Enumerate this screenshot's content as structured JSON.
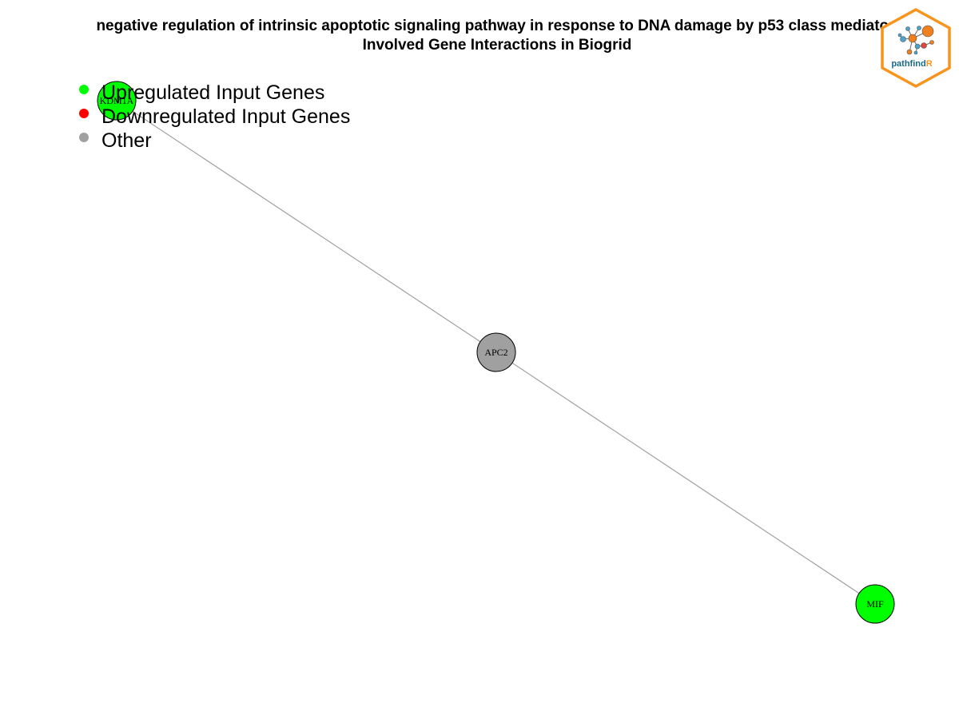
{
  "title": {
    "line1": "negative regulation of intrinsic apoptotic signaling pathway in response to DNA damage by p53 class mediator",
    "line2": "Involved Gene Interactions in Biogrid"
  },
  "legend": {
    "items": [
      {
        "label": "Upregulated Input Genes",
        "color": "#00ff00"
      },
      {
        "label": "Downregulated Input Genes",
        "color": "#ff0000"
      },
      {
        "label": "Other",
        "color": "#a0a0a0"
      }
    ]
  },
  "graph": {
    "nodes": [
      {
        "id": "KDM1A",
        "label": "KDM1A",
        "type": "upregulated",
        "color": "#00ff00"
      },
      {
        "id": "APC2",
        "label": "APC2",
        "type": "other",
        "color": "#a0a0a0"
      },
      {
        "id": "MIF",
        "label": "MIF",
        "type": "upregulated",
        "color": "#00ff00"
      }
    ],
    "edges": [
      {
        "source": "KDM1A",
        "target": "APC2"
      },
      {
        "source": "APC2",
        "target": "MIF"
      }
    ],
    "edge_color": "#a0a0a0",
    "node_border_color": "#000000"
  },
  "logo": {
    "text_main": "pathfind",
    "text_accent": "R",
    "border_color": "#f7941d",
    "main_text_color": "#1b6a8a",
    "accent_color": "#f7941d",
    "node_orange": "#f07f1e",
    "node_blue": "#4aa3c9",
    "node_red": "#e0453a"
  }
}
